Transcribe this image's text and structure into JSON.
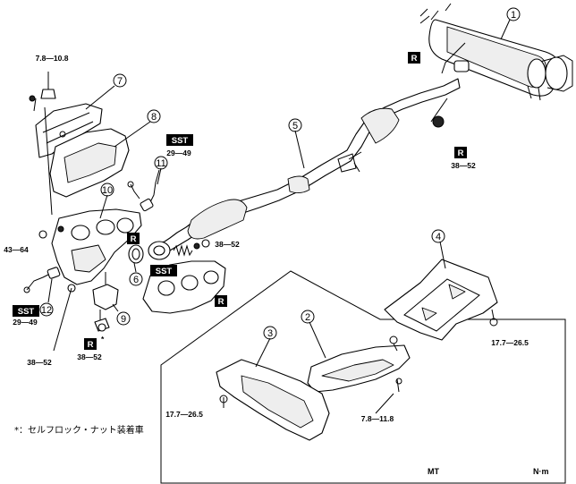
{
  "parts": [
    "1",
    "2",
    "3",
    "4",
    "5",
    "6",
    "7",
    "8",
    "9",
    "10",
    "11",
    "12"
  ],
  "torque": {
    "t1": "7.8—10.8",
    "t2": "29—49",
    "t3": "43—64",
    "t4": "38—52",
    "t5": "29—49",
    "t6": "38—52",
    "t7": "38—52",
    "t8": "38—52",
    "t9": "17.7—26.5",
    "t10": "17.7—26.5",
    "t11": "7.8—11.8"
  },
  "tags": {
    "sst": "SST",
    "r": "R",
    "r_star": "*"
  },
  "footnote": "*：セルフロック・ナット装着車",
  "inset_label": "MT",
  "unit": "N·m"
}
